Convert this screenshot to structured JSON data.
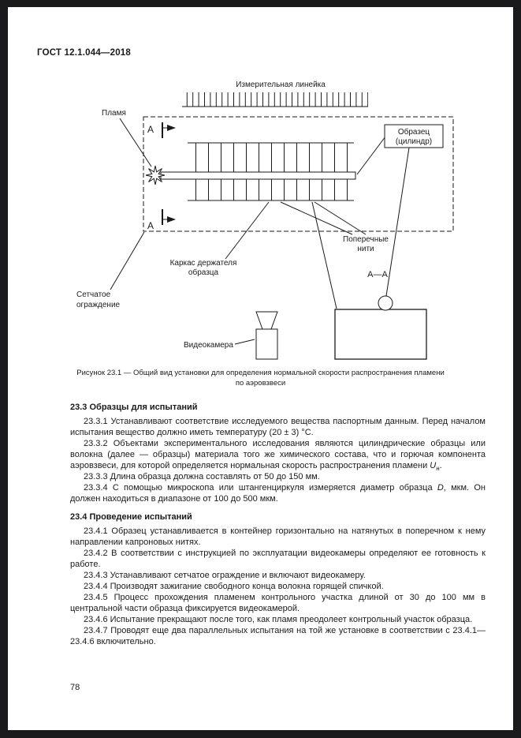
{
  "page": {
    "header": "ГОСТ 12.1.044—2018",
    "number": "78"
  },
  "colors": {
    "ink": "#1a1a1a",
    "paper": "#ffffff",
    "scan_frame": "#1a1a1c"
  },
  "figure": {
    "caption1": "Рисунок 23.1 — Общий вид установки для определения нормальной скорости распространения пламени",
    "caption2": "по аэровзвеси",
    "labels": {
      "ruler": "Измерительная линейка",
      "flame": "Пламя",
      "cut_top": "А",
      "cut_bottom": "А",
      "specimen1": "Образец",
      "specimen2": "(цилиндр)",
      "threads1": "Поперечные",
      "threads2": "нити",
      "frame1": "Каркас держателя",
      "frame2": "образца",
      "section": "А—А",
      "mesh1": "Сетчатое",
      "mesh2": "ограждение",
      "camera": "Видеокамера"
    }
  },
  "body": {
    "s233": {
      "heading": "23.3 Образцы для испытаний",
      "p1": "23.3.1 Устанавливают соответствие исследуемого вещества паспортным данным. Перед началом испытания вещество должно иметь температуру (20 ± 3) °С.",
      "p2_pre": "23.3.2 Объектами экспериментального исследования являются цилиндрические образцы или волокна (далее — образцы) материала того же химического состава, что и горючая компонента аэровзвеси, для которой определяется нормальная скорость распространения пламени ",
      "p2_var": "U",
      "p2_sub": "н",
      "p2_post": ".",
      "p3": "23.3.3 Длина образца должна составлять от 50 до 150 мм.",
      "p4_pre": "23.3.4 С помощью микроскопа или штангенциркуля измеряется диаметр образца ",
      "p4_var": "D",
      "p4_post": ", мкм. Он должен находиться в диапазоне от 100 до 500 мкм."
    },
    "s234": {
      "heading": "23.4 Проведение испытаний",
      "p1": "23.4.1 Образец устанавливается в контейнер горизонтально на натянутых в поперечном к нему направлении капроновых нитях.",
      "p2": "23.4.2 В соответствии с инструкцией по эксплуатации видеокамеры определяют ее готовность к работе.",
      "p3": "23.4.3 Устанавливают сетчатое ограждение и включают видеокамеру.",
      "p4": "23.4.4 Производят зажигание свободного конца волокна горящей спичкой.",
      "p5": "23.4.5 Процесс прохождения пламенем контрольного участка длиной от 30 до 100 мм в центральной части образца фиксируется видеокамерой.",
      "p6": "23.4.6 Испытание прекращают после того, как пламя преодолеет контрольный участок образца.",
      "p7": "23.4.7 Проводят еще два параллельных испытания на той же установке в соответствии с 23.4.1—23.4.6 включительно."
    }
  }
}
